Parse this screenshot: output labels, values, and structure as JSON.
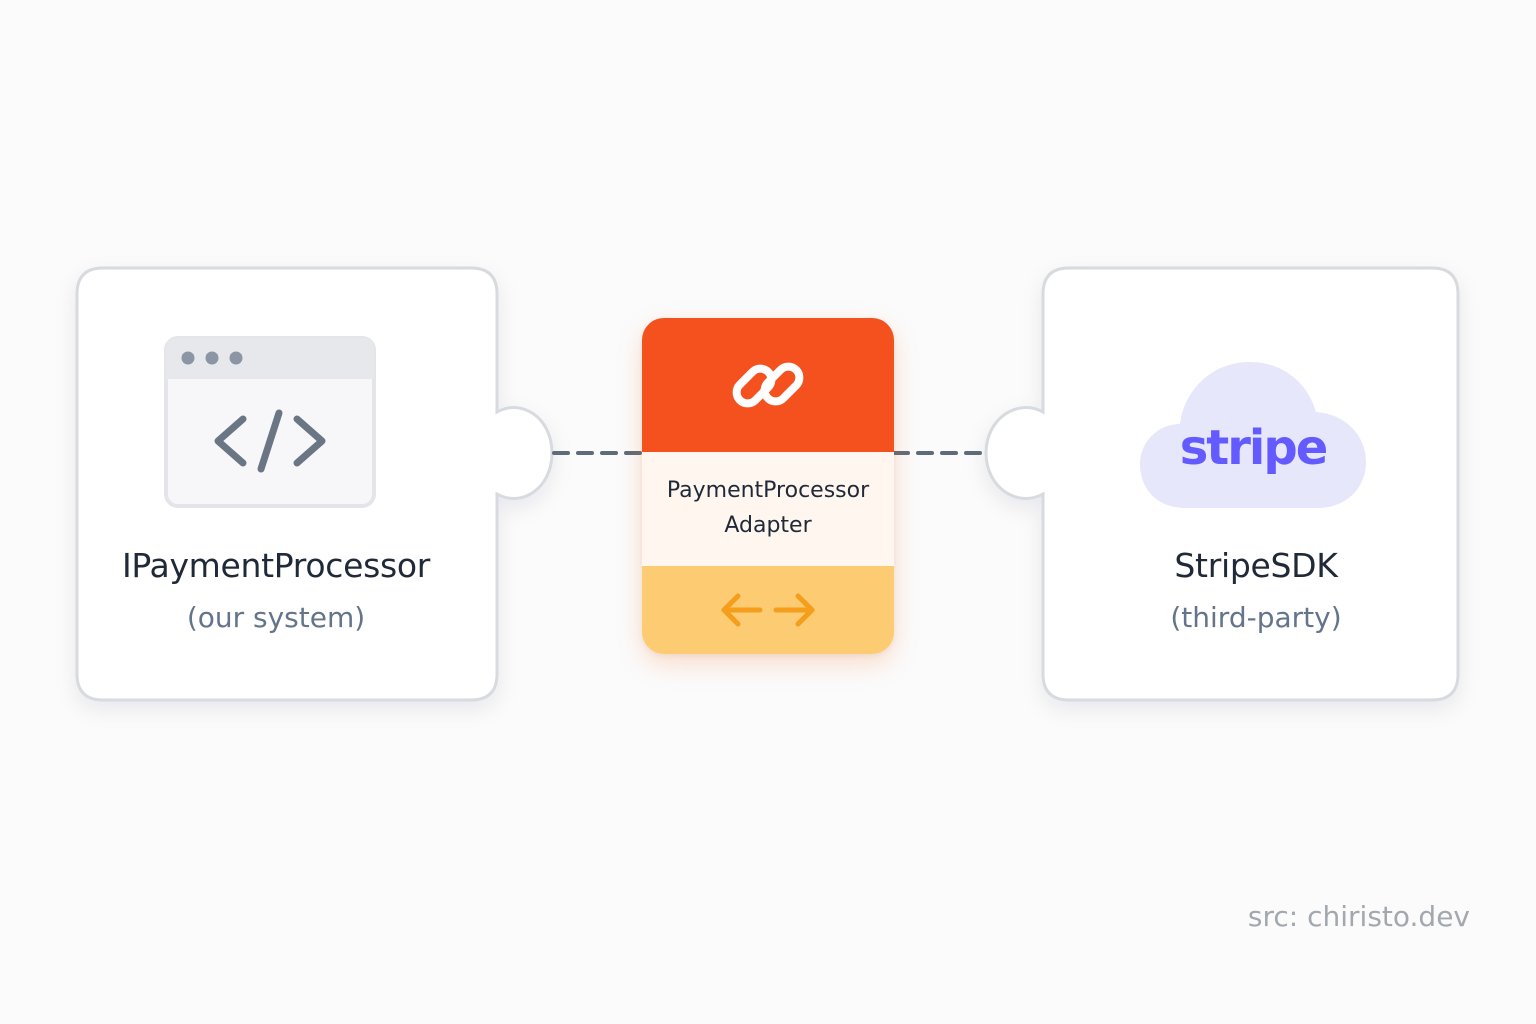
{
  "diagram": {
    "left_node": {
      "title": "IPaymentProcessor",
      "subtitle": "(our system)",
      "icon": "code-window-icon"
    },
    "adapter": {
      "line1": "PaymentProcessor",
      "line2": "Adapter",
      "top_icon": "link-icon",
      "bottom_icon": "bidirectional-arrow-icon"
    },
    "right_node": {
      "title": "StripeSDK",
      "subtitle": "(third-party)",
      "logo_text": "stripe",
      "icon": "cloud-icon"
    },
    "source": "src: chiristo.dev"
  },
  "colors": {
    "adapter_top": "#f4511e",
    "adapter_middle": "#fff7ef",
    "adapter_bottom": "#fdcb72",
    "stripe_purple": "#635bff",
    "cloud": "#e6e7fb",
    "card_border": "#d7dade",
    "connector": "#5f6b7a"
  }
}
